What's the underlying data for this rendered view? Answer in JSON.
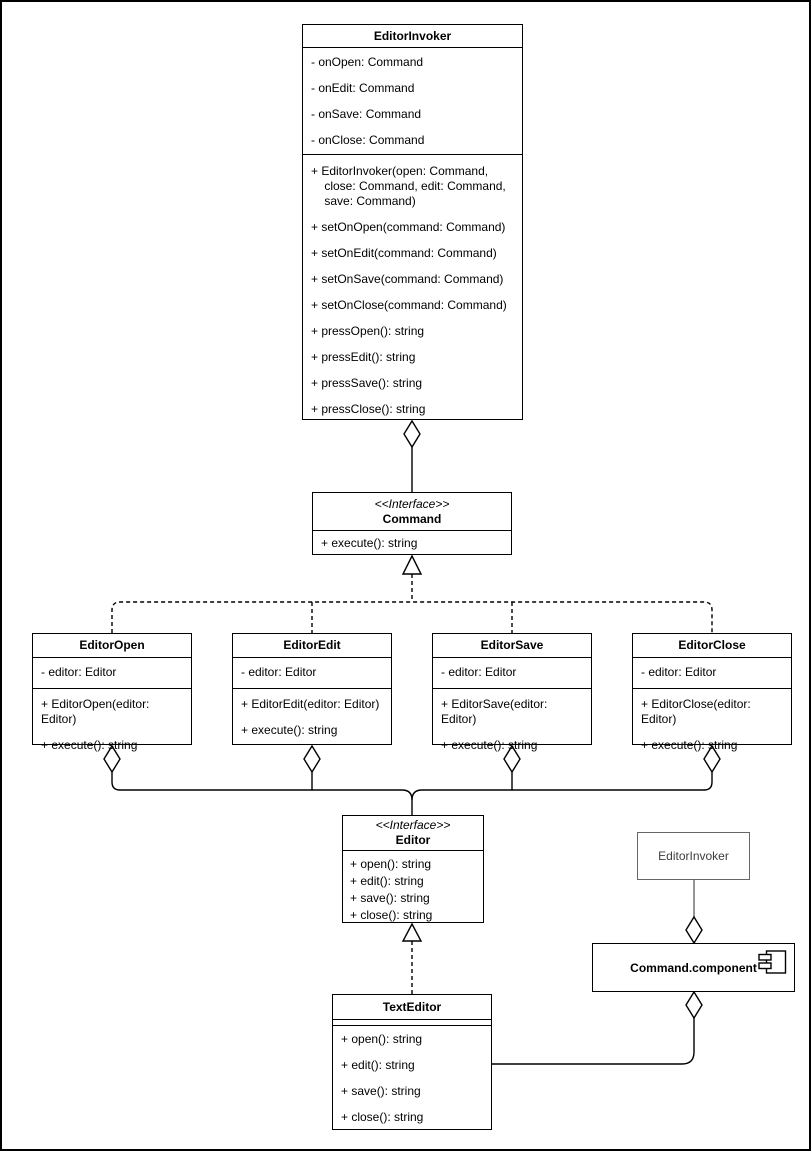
{
  "diagram": {
    "background": "#ffffff",
    "stroke_color": "#000000",
    "ref_stroke_color": "#666666",
    "classes": {
      "invoker_main": {
        "title": "EditorInvoker",
        "attributes": [
          "- onOpen: Command",
          "- onEdit: Command",
          "- onSave: Command",
          "- onClose: Command"
        ],
        "methods": [
          "+ EditorInvoker(open: Command,\n    close: Command, edit: Command,\n    save: Command)",
          "+ setOnOpen(command: Command)",
          "+ setOnEdit(command: Command)",
          "+ setOnSave(command: Command)",
          "+ setOnClose(command: Command)",
          "+ pressOpen(): string",
          "+ pressEdit(): string",
          "+ pressSave(): string",
          "+ pressClose(): string"
        ]
      },
      "command_interface": {
        "stereotype": "<<Interface>>",
        "title": "Command",
        "methods": [
          "+ execute(): string"
        ]
      },
      "editor_open": {
        "title": "EditorOpen",
        "attributes": [
          "- editor: Editor"
        ],
        "methods": [
          "+ EditorOpen(editor: Editor)",
          "+ execute(): string"
        ]
      },
      "editor_edit": {
        "title": "EditorEdit",
        "attributes": [
          "- editor: Editor"
        ],
        "methods": [
          "+ EditorEdit(editor: Editor)",
          "+ execute(): string"
        ]
      },
      "editor_save": {
        "title": "EditorSave",
        "attributes": [
          "- editor: Editor"
        ],
        "methods": [
          "+ EditorSave(editor: Editor)",
          "+ execute(): string"
        ]
      },
      "editor_close": {
        "title": "EditorClose",
        "attributes": [
          "- editor: Editor"
        ],
        "methods": [
          "+ EditorClose(editor: Editor)",
          "+ execute(): string"
        ]
      },
      "editor_interface": {
        "stereotype": "<<Interface>>",
        "title": "Editor",
        "methods": [
          "+ open(): string",
          "+ edit(): string",
          "+ save(): string",
          "+ close(): string"
        ]
      },
      "text_editor": {
        "title": "TextEditor",
        "methods": [
          "+ open(): string",
          "+ edit(): string",
          "+ save(): string",
          "+ close(): string"
        ]
      },
      "invoker_ref": {
        "title": "EditorInvoker"
      },
      "command_component": {
        "title": "Command.component",
        "icon": "uml-component-icon"
      }
    },
    "relationships": [
      {
        "from": "EditorInvoker",
        "to": "Command",
        "type": "aggregation",
        "line": "solid"
      },
      {
        "from": "EditorOpen",
        "to": "Command",
        "type": "realization",
        "line": "dashed"
      },
      {
        "from": "EditorEdit",
        "to": "Command",
        "type": "realization",
        "line": "dashed"
      },
      {
        "from": "EditorSave",
        "to": "Command",
        "type": "realization",
        "line": "dashed"
      },
      {
        "from": "EditorClose",
        "to": "Command",
        "type": "realization",
        "line": "dashed"
      },
      {
        "from": "EditorOpen",
        "to": "Editor",
        "type": "aggregation",
        "line": "solid"
      },
      {
        "from": "EditorEdit",
        "to": "Editor",
        "type": "aggregation",
        "line": "solid"
      },
      {
        "from": "EditorSave",
        "to": "Editor",
        "type": "aggregation",
        "line": "solid"
      },
      {
        "from": "EditorClose",
        "to": "Editor",
        "type": "aggregation",
        "line": "solid"
      },
      {
        "from": "TextEditor",
        "to": "Editor",
        "type": "realization",
        "line": "dashed"
      },
      {
        "from": "EditorInvoker",
        "to": "Command.component",
        "type": "aggregation",
        "line": "solid"
      },
      {
        "from": "Command.component",
        "to": "TextEditor",
        "type": "aggregation",
        "line": "solid"
      }
    ]
  }
}
